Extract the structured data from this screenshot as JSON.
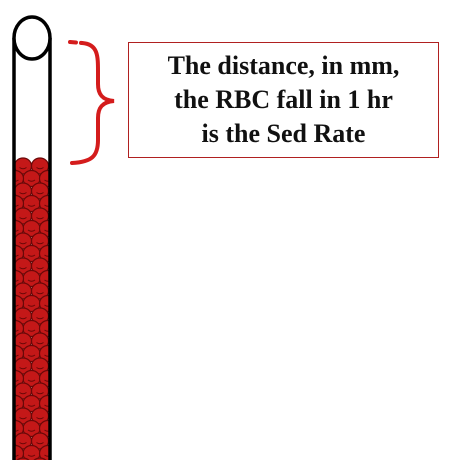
{
  "callout": {
    "lines": [
      "The distance, in mm,",
      "the RBC fall in 1 hr",
      "is the Sed Rate"
    ]
  },
  "colors": {
    "rbc_fill": "#c41818",
    "rbc_outline": "#6a0808",
    "tube_outline": "#000000",
    "bracket": "#d41c1c",
    "box_border": "#b02020",
    "text": "#111111"
  },
  "icons": {
    "tube": "test-tube-icon",
    "cell": "red-blood-cell-icon",
    "bracket": "curly-bracket-icon"
  }
}
